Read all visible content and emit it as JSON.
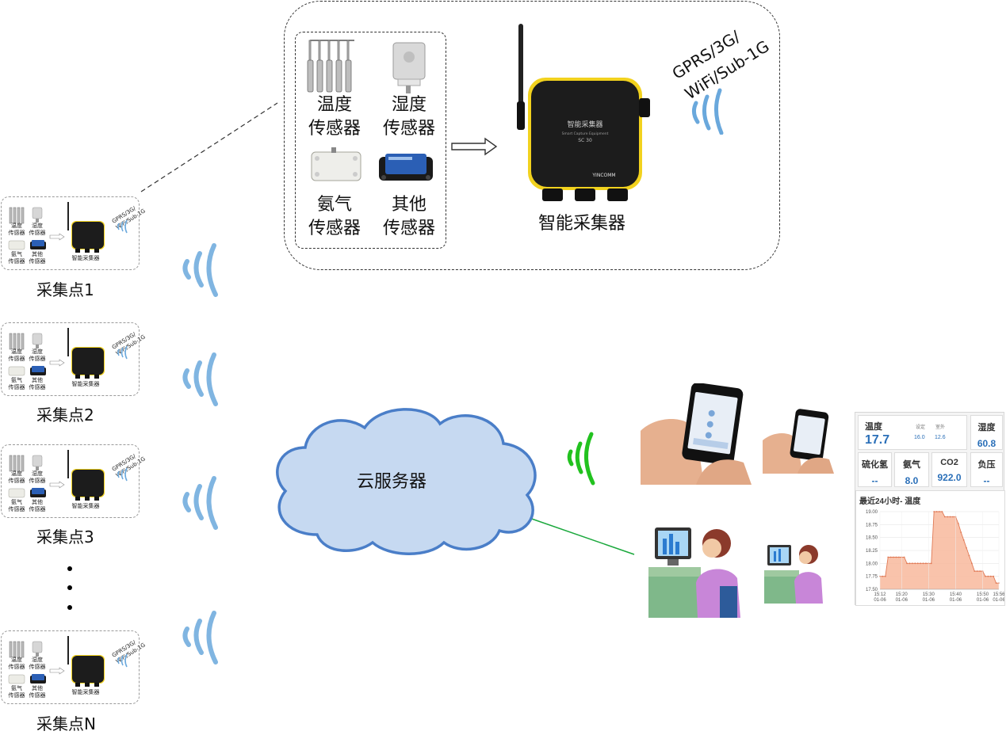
{
  "detail": {
    "sensors": [
      {
        "label_line1": "温度",
        "label_line2": "传感器"
      },
      {
        "label_line1": "湿度",
        "label_line2": "传感器"
      },
      {
        "label_line1": "氨气",
        "label_line2": "传感器"
      },
      {
        "label_line1": "其他",
        "label_line2": "传感器"
      }
    ],
    "collector_label": "智能采集器",
    "device_text": {
      "name": "智能采集器",
      "sub": "Smart Capture Equipment",
      "model": "SC 30",
      "brand": "YINCOMM"
    },
    "radio_line1": "GPRS/3G/",
    "radio_line2": "WiFi/Sub-1G"
  },
  "mini": {
    "sensors": [
      {
        "line1": "温度",
        "line2": "传感器"
      },
      {
        "line1": "湿度",
        "line2": "传感器"
      },
      {
        "line1": "氨气",
        "line2": "传感器"
      },
      {
        "line1": "其他",
        "line2": "传感器"
      }
    ],
    "collector_label": "智能采集器",
    "radio_line1": "GPRS/3G/",
    "radio_line2": "WiFi/Sub-1G"
  },
  "stations": [
    {
      "caption": "采集点1"
    },
    {
      "caption": "采集点2"
    },
    {
      "caption": "采集点3"
    },
    {
      "caption": "采集点N"
    }
  ],
  "cloud": {
    "label": "云服务器"
  },
  "dashboard": {
    "temp": {
      "name": "温度",
      "value": "17.7",
      "setpoint_label": "设定",
      "setpoint": "16.0",
      "outdoor_label": "室外",
      "outdoor": "12.6"
    },
    "humidity": {
      "name": "湿度",
      "value": "60.8"
    },
    "tiles": [
      {
        "name": "硫化氢",
        "value": "--"
      },
      {
        "name": "氨气",
        "value": "8.0"
      },
      {
        "name": "CO2",
        "value": "922.0"
      },
      {
        "name": "负压",
        "value": "--"
      }
    ],
    "chart_title": "最近24小时-  温度"
  },
  "colors": {
    "cloud_fill": "#c6d9f1",
    "cloud_stroke": "#4a7ec8",
    "signal_blue": "#6aa8dc",
    "signal_green": "#22c21f",
    "link_green": "#1aa83c",
    "chart_fill": "#f8b99c",
    "chart_line": "#e07a56",
    "device_yellow": "#f2d21e"
  },
  "chart_data": {
    "type": "area",
    "title": "最近24小时-  温度",
    "x": [
      "15:12",
      "15:13",
      "15:14",
      "15:15",
      "15:16",
      "15:17",
      "15:18",
      "15:19",
      "15:20",
      "15:21",
      "15:22",
      "15:23",
      "15:24",
      "15:25",
      "15:26",
      "15:27",
      "15:28",
      "15:29",
      "15:30",
      "15:31",
      "15:32",
      "15:33",
      "15:34",
      "15:35",
      "15:36",
      "15:37",
      "15:38",
      "15:39",
      "15:40",
      "15:41",
      "15:42",
      "15:43",
      "15:44",
      "15:45",
      "15:46",
      "15:47",
      "15:48",
      "15:49",
      "15:50",
      "15:51",
      "15:52",
      "15:53",
      "15:54",
      "15:55",
      "15:56"
    ],
    "values": [
      17.75,
      17.75,
      17.75,
      18.12,
      18.12,
      18.12,
      18.12,
      18.12,
      18.12,
      18.12,
      18.0,
      18.0,
      18.0,
      18.0,
      18.0,
      18.0,
      18.0,
      18.0,
      18.0,
      18.0,
      19.0,
      19.0,
      19.0,
      19.0,
      18.9,
      18.9,
      18.9,
      18.9,
      18.9,
      18.77,
      18.6,
      18.45,
      18.3,
      18.15,
      18.0,
      17.85,
      17.85,
      17.85,
      17.85,
      17.75,
      17.75,
      17.75,
      17.75,
      17.62,
      17.62
    ],
    "ylim": [
      17.5,
      19.0
    ],
    "y_ticks": [
      "19.00",
      "18.75",
      "18.50",
      "18.25",
      "18.00",
      "17.75",
      "17.50"
    ],
    "x_ticks": [
      {
        "time": "15:12",
        "date": "01-06"
      },
      {
        "time": "15:20",
        "date": "01-06"
      },
      {
        "time": "15:30",
        "date": "01-06"
      },
      {
        "time": "15:40",
        "date": "01-06"
      },
      {
        "time": "15:50",
        "date": "01-06"
      },
      {
        "time": "15:56",
        "date": "01-06"
      }
    ],
    "grid": true,
    "xlabel": "",
    "ylabel": ""
  }
}
